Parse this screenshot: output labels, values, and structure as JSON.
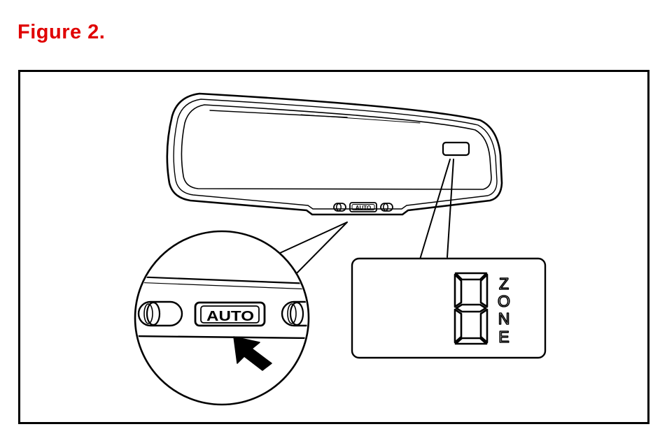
{
  "figure": {
    "title": "Figure 2."
  },
  "mirror": {
    "small_button_label": "AUTO"
  },
  "zoom": {
    "button_label": "AUTO"
  },
  "display": {
    "segment_digit": "8",
    "zone_letters": [
      "Z",
      "O",
      "N",
      "E"
    ]
  },
  "colors": {
    "title": "#e00000",
    "line": "#000000",
    "background": "#ffffff"
  },
  "icons": {
    "press_indicator": "arrow-icon"
  }
}
